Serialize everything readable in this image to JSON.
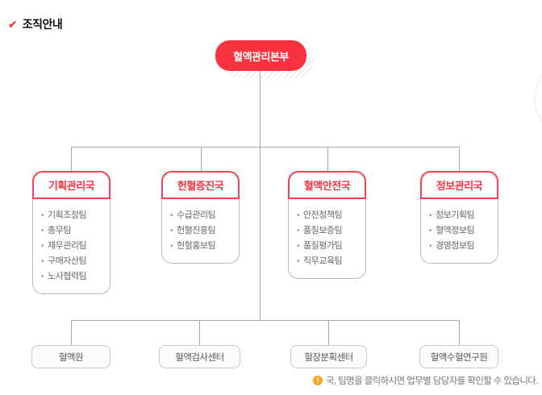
{
  "page": {
    "title": "조직안내",
    "title_icon_glyph": "✔"
  },
  "org_chart": {
    "root": {
      "label": "혈액관리본부"
    },
    "departments": [
      {
        "title": "기획관리국",
        "teams": [
          "기획조정팀",
          "총무팀",
          "재무관리팀",
          "구매자산팀",
          "노사협력팀"
        ]
      },
      {
        "title": "헌혈증진국",
        "teams": [
          "수급관리팀",
          "헌혈진흥팀",
          "헌혈홍보팀"
        ]
      },
      {
        "title": "혈액안전국",
        "teams": [
          "안전정책팀",
          "품질보증팀",
          "품질평가팀",
          "직무교육팀"
        ]
      },
      {
        "title": "정보관리국",
        "teams": [
          "정보기획팀",
          "혈액정보팀",
          "경영정보팀"
        ]
      }
    ],
    "affiliates": [
      "혈액원",
      "혈액검사센터",
      "혈장분획센터",
      "혈액수혈연구원"
    ],
    "note": {
      "icon_glyph": "!",
      "text": "국, 팀명을 클릭하시면 업무별 담당자를 확인할 수 있습니다."
    }
  },
  "bullet_glyph": "•",
  "colors": {
    "accent_red": "#f8323e",
    "note_icon_orange": "#f5a623",
    "connector_gray": "#a6a6a6"
  }
}
